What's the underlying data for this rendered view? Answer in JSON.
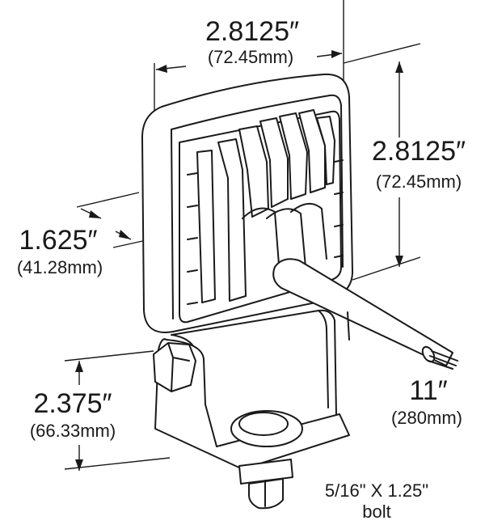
{
  "dimensions": {
    "top_width": {
      "imperial": "2.8125″",
      "metric": "(72.45mm)"
    },
    "side_height": {
      "imperial": "2.8125″",
      "metric": "(72.45mm)"
    },
    "depth": {
      "imperial": "1.625″",
      "metric": "(41.28mm)"
    },
    "mount_height": {
      "imperial": "2.375″",
      "metric": "(66.33mm)"
    },
    "cable_length": {
      "imperial": "11″",
      "metric": "(280mm)"
    }
  },
  "bolt": {
    "line1": "5/16\" X 1.25\"",
    "line2": "bolt"
  }
}
